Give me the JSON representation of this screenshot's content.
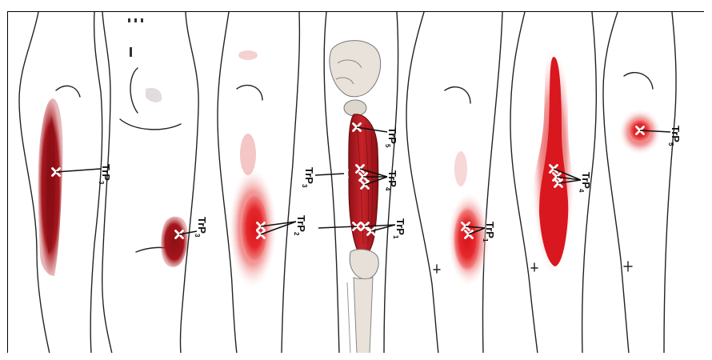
{
  "figure": {
    "description_none": "",
    "trigger_point_labels": {
      "trp1": {
        "main": "TrP",
        "sub": "1"
      },
      "trp2": {
        "main": "TrP",
        "sub": "2"
      },
      "trp3": {
        "main": "TrP",
        "sub": "3"
      },
      "trp4": {
        "main": "TrP",
        "sub": "4"
      },
      "trp5": {
        "main": "TrP",
        "sub": "5"
      }
    },
    "colors": {
      "dark_red": "#a3161c",
      "bright_red": "#e0262b",
      "muscle": "#b51e24",
      "outline": "#222222"
    }
  }
}
